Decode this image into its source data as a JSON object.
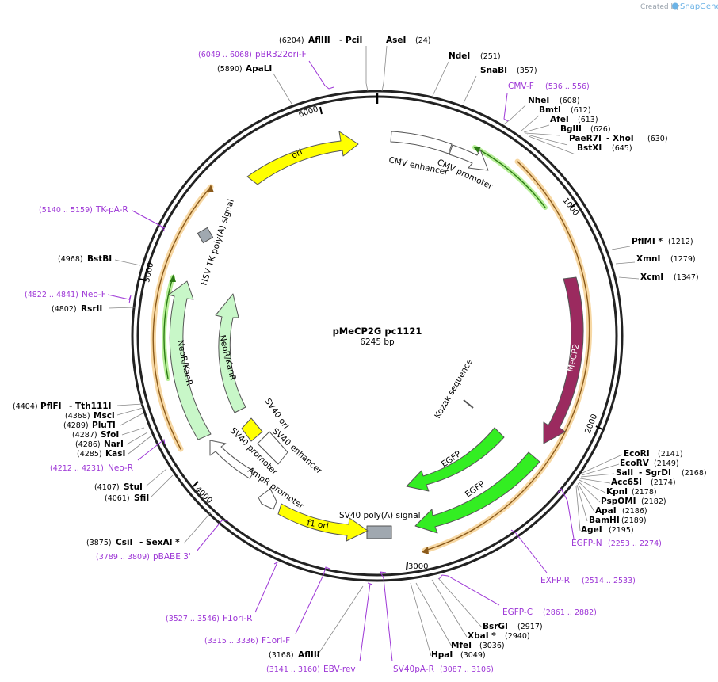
{
  "title": "pMeCP2G pc1121",
  "size_label": "6245 bp",
  "length": 6245,
  "credit": {
    "prefix": "Created by",
    "brand": "SnapGene"
  },
  "colors": {
    "primer": "#9d36d6",
    "orf_fill": "#f7d8a4",
    "ori": "#ffff00",
    "mecp2": "#9b2a5f",
    "egfp": "#33ee22",
    "neo": "#c8f7c8",
    "gray_box": "#a0a8b0"
  },
  "ticks": [
    "1000",
    "2000",
    "3000",
    "4000",
    "5000",
    "6000"
  ],
  "features": [
    {
      "label": "ori",
      "color": "#ffff00"
    },
    {
      "label": "CMV enhancer",
      "color": "#ffffff"
    },
    {
      "label": "CMV promoter",
      "color": "#ffffff"
    },
    {
      "label": "MeCP2",
      "color": "#9b2a5f"
    },
    {
      "label": "Kozak sequence",
      "color": "#ffffff"
    },
    {
      "label": "EGFP",
      "color": "#33ee22"
    },
    {
      "label": "EGFP",
      "color": "#33ee22"
    },
    {
      "label": "SV40 poly(A) signal",
      "color": "#a0a8b0"
    },
    {
      "label": "f1 ori",
      "color": "#ffff00"
    },
    {
      "label": "AmpR promoter",
      "color": "#ffffff"
    },
    {
      "label": "SV40 promoter",
      "color": "#ffffff"
    },
    {
      "label": "SV40 ori",
      "color": "#ffff00"
    },
    {
      "label": "SV40 enhancer",
      "color": "#ffffff"
    },
    {
      "label": "NeoR/KanR",
      "color": "#c8f7c8"
    },
    {
      "label": "NeoR/KanR",
      "color": "#c8f7c8"
    },
    {
      "label": "HSV TK poly(A) signal",
      "color": "#a0a8b0"
    }
  ],
  "enzymes": [
    {
      "id": "afliii-pcii",
      "pos": "(6204)",
      "name": "AflIII",
      "extra": "- PciI"
    },
    {
      "id": "asei",
      "pos": "(24)",
      "name": "AseI"
    },
    {
      "id": "ndei",
      "pos": "(251)",
      "name": "NdeI"
    },
    {
      "id": "snabi",
      "pos": "(357)",
      "name": "SnaBI"
    },
    {
      "id": "apali",
      "pos": "(5890)",
      "name": "ApaLI"
    },
    {
      "id": "nhei",
      "pos": "(608)",
      "name": "NheI"
    },
    {
      "id": "bmti",
      "pos": "(612)",
      "name": "BmtI"
    },
    {
      "id": "afei",
      "pos": "(613)",
      "name": "AfeI"
    },
    {
      "id": "bglii",
      "pos": "(626)",
      "name": "BglII"
    },
    {
      "id": "paer7i-xhoi",
      "pos": "(630)",
      "name": "PaeR7I",
      "extra": "- XhoI"
    },
    {
      "id": "bstxi",
      "pos": "(645)",
      "name": "BstXI"
    },
    {
      "id": "pflmi",
      "pos": "(1212)",
      "name": "PflMI *"
    },
    {
      "id": "xmni",
      "pos": "(1279)",
      "name": "XmnI"
    },
    {
      "id": "xcmi",
      "pos": "(1347)",
      "name": "XcmI"
    },
    {
      "id": "bstbi",
      "pos": "(4968)",
      "name": "BstBI"
    },
    {
      "id": "rsrii",
      "pos": "(4802)",
      "name": "RsrII"
    },
    {
      "id": "pflfi",
      "pos": "(4404)",
      "name": "PflFI",
      "extra": "- Tth111I"
    },
    {
      "id": "msci",
      "pos": "(4368)",
      "name": "MscI"
    },
    {
      "id": "pluti",
      "pos": "(4289)",
      "name": "PluTI"
    },
    {
      "id": "sfoi",
      "pos": "(4287)",
      "name": "SfoI"
    },
    {
      "id": "nari",
      "pos": "(4286)",
      "name": "NarI"
    },
    {
      "id": "kasi",
      "pos": "(4285)",
      "name": "KasI"
    },
    {
      "id": "stui",
      "pos": "(4107)",
      "name": "StuI"
    },
    {
      "id": "sfii",
      "pos": "(4061)",
      "name": "SfiI"
    },
    {
      "id": "csii-sexai",
      "pos": "(3875)",
      "name": "CsiI",
      "extra": "- SexAI *"
    },
    {
      "id": "ecori",
      "pos": "(2141)",
      "name": "EcoRI"
    },
    {
      "id": "ecorv",
      "pos": "(2149)",
      "name": "EcoRV"
    },
    {
      "id": "sali-sgrdi",
      "pos": "(2168)",
      "name": "SalI",
      "extra": "- SgrDI"
    },
    {
      "id": "acc65i",
      "pos": "(2174)",
      "name": "Acc65I"
    },
    {
      "id": "kpni",
      "pos": "(2178)",
      "name": "KpnI"
    },
    {
      "id": "pspomi",
      "pos": "(2182)",
      "name": "PspOMI"
    },
    {
      "id": "apai",
      "pos": "(2186)",
      "name": "ApaI"
    },
    {
      "id": "bamhi",
      "pos": "(2189)",
      "name": "BamHI"
    },
    {
      "id": "agei",
      "pos": "(2195)",
      "name": "AgeI"
    },
    {
      "id": "bsrgi",
      "pos": "(2917)",
      "name": "BsrGI"
    },
    {
      "id": "xbai",
      "pos": "(2940)",
      "name": "XbaI *"
    },
    {
      "id": "mfei",
      "pos": "(3036)",
      "name": "MfeI"
    },
    {
      "id": "hpai",
      "pos": "(3049)",
      "name": "HpaI"
    },
    {
      "id": "afliii-2",
      "pos": "(3168)",
      "name": "AflIII"
    }
  ],
  "primers": [
    {
      "id": "pbr322ori-f",
      "pos": "(6049 .. 6068)",
      "name": "pBR322ori-F"
    },
    {
      "id": "cmv-f",
      "pos": "(536 .. 556)",
      "name": "CMV-F"
    },
    {
      "id": "tk-pa-r",
      "pos": "(5140 .. 5159)",
      "name": "TK-pA-R"
    },
    {
      "id": "neo-f",
      "pos": "(4822 .. 4841)",
      "name": "Neo-F"
    },
    {
      "id": "neo-r",
      "pos": "(4212 .. 4231)",
      "name": "Neo-R"
    },
    {
      "id": "pbabe-3",
      "pos": "(3789 .. 3809)",
      "name": "pBABE 3'"
    },
    {
      "id": "f1ori-r",
      "pos": "(3527 .. 3546)",
      "name": "F1ori-R"
    },
    {
      "id": "f1ori-f",
      "pos": "(3315 .. 3336)",
      "name": "F1ori-F"
    },
    {
      "id": "ebv-rev",
      "pos": "(3141 .. 3160)",
      "name": "EBV-rev"
    },
    {
      "id": "sv40pa-r",
      "pos": "(3087 .. 3106)",
      "name": "SV40pA-R"
    },
    {
      "id": "egfp-n",
      "pos": "(2253 .. 2274)",
      "name": "EGFP-N"
    },
    {
      "id": "exfp-r",
      "pos": "(2514 .. 2533)",
      "name": "EXFP-R"
    },
    {
      "id": "egfp-c",
      "pos": "(2861 .. 2882)",
      "name": "EGFP-C"
    }
  ]
}
